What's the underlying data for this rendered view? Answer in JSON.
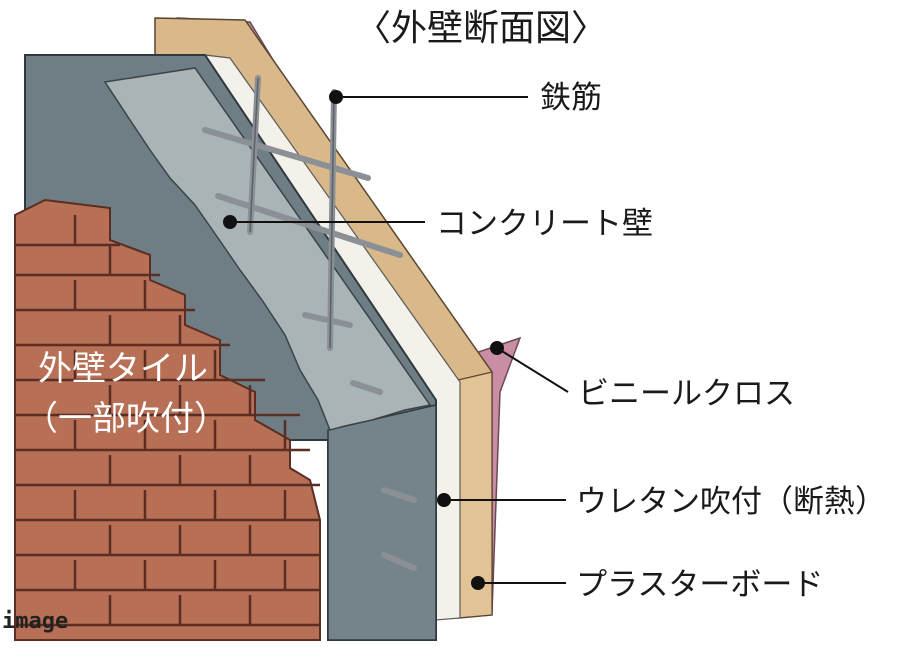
{
  "title": "〈外壁断面図〉",
  "labels": {
    "rebar": "鉄筋",
    "concrete": "コンクリート壁",
    "vinyl_cloth": "ビニールクロス",
    "urethane": "ウレタン吹付（断熱）",
    "plaster": "プラスターボード"
  },
  "tile_label": {
    "line1": "外壁タイル",
    "line2": "（一部吹付）"
  },
  "note": "image",
  "colors": {
    "concrete": "#6f7d85",
    "concrete_core": "#a9b4b7",
    "brick": "#b76f55",
    "mortar": "#5a2e22",
    "plaster": "#d9b98a",
    "vinyl": "#c98ea3",
    "urethane": "#f4f1ea",
    "rebar": "#8a9096"
  }
}
